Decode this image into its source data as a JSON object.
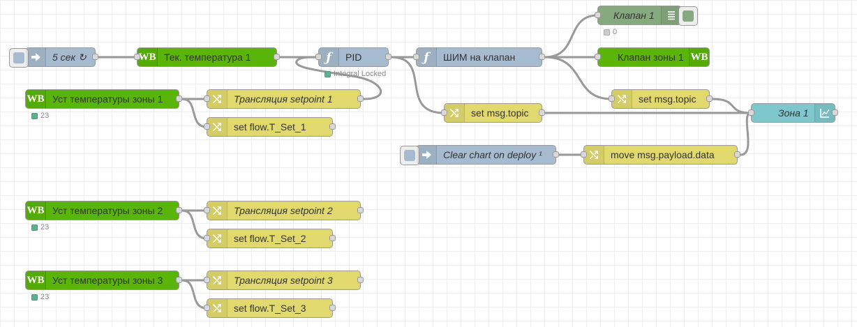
{
  "colors": {
    "inject": "#a6bbcf",
    "function": "#a6bbcf",
    "change": "#e2d96e",
    "wb": "#5ab50a",
    "dashboard_text": "#87a980",
    "chart": "#7ec7cc",
    "status_green": "#5ab38a",
    "status_grey": "#cccccc"
  },
  "nodes": {
    "inject_5s": {
      "label": "5 сек ↻",
      "icon": "arrow-right-icon"
    },
    "tek_temp": {
      "label": "Тек. температура 1",
      "icon": "WB"
    },
    "pid": {
      "label": "PID",
      "icon": "ƒ",
      "status": "Integral Locked"
    },
    "shim": {
      "label": "ШИМ на клапан",
      "icon": "ƒ"
    },
    "klapan1": {
      "label": "Клапан 1",
      "icon": "≣",
      "status": "0"
    },
    "klapan_zony1": {
      "label": "Клапан зоны 1",
      "icon": "WB"
    },
    "set_topic_a": {
      "label": "set msg.topic",
      "icon": "⤭"
    },
    "set_topic_b": {
      "label": "set msg.topic",
      "icon": "⤭"
    },
    "zona1": {
      "label": "Зона 1",
      "icon": "📈"
    },
    "clear_chart": {
      "label": "Clear chart on deploy ¹",
      "icon": "arrow-right-icon"
    },
    "move_payload": {
      "label": "move msg.payload.data",
      "icon": "⤭"
    },
    "ust_1": {
      "label": "Уст температуры зоны 1",
      "icon": "WB",
      "status": "23"
    },
    "trans_1": {
      "label": "Трансляция setpoint 1",
      "icon": "⤭"
    },
    "tset_1": {
      "label": "set flow.T_Set_1",
      "icon": "⤭"
    },
    "ust_2": {
      "label": "Уст температуры зоны 2",
      "icon": "WB",
      "status": "23"
    },
    "trans_2": {
      "label": "Трансляция setpoint 2",
      "icon": "⤭"
    },
    "tset_2": {
      "label": "set flow.T_Set_2",
      "icon": "⤭"
    },
    "ust_3": {
      "label": "Уст температуры зоны 3",
      "icon": "WB",
      "status": "23"
    },
    "trans_3": {
      "label": "Трансляция setpoint 3",
      "icon": "⤭"
    },
    "tset_3": {
      "label": "set flow.T_Set_3",
      "icon": "⤭"
    }
  }
}
